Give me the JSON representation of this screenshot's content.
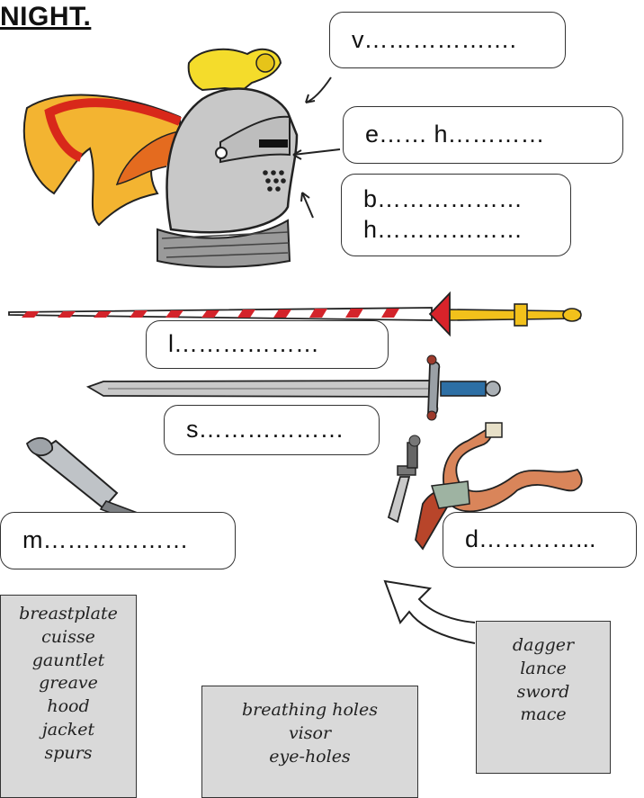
{
  "heading": "NIGHT.",
  "labels": {
    "visor": "v……………….",
    "eye_holes": "e…… h…………",
    "breathing_1": "b………………",
    "breathing_2": "h………………",
    "lance": "l………………",
    "sword": "s………………",
    "mace": "m………………",
    "dagger": "d…………..."
  },
  "word_boxes": {
    "armour": [
      "breastplate",
      "cuisse",
      "gauntlet",
      "greave",
      "hood",
      "jacket",
      "spurs"
    ],
    "helmet": [
      "breathing holes",
      "visor",
      "eye-holes"
    ],
    "weapons": [
      "dagger",
      "lance",
      "sword",
      "mace"
    ]
  },
  "icons": [
    "helmet-illustration",
    "lion-crest",
    "plume",
    "lance",
    "sword",
    "mace",
    "dagger",
    "belt",
    "arrow"
  ]
}
